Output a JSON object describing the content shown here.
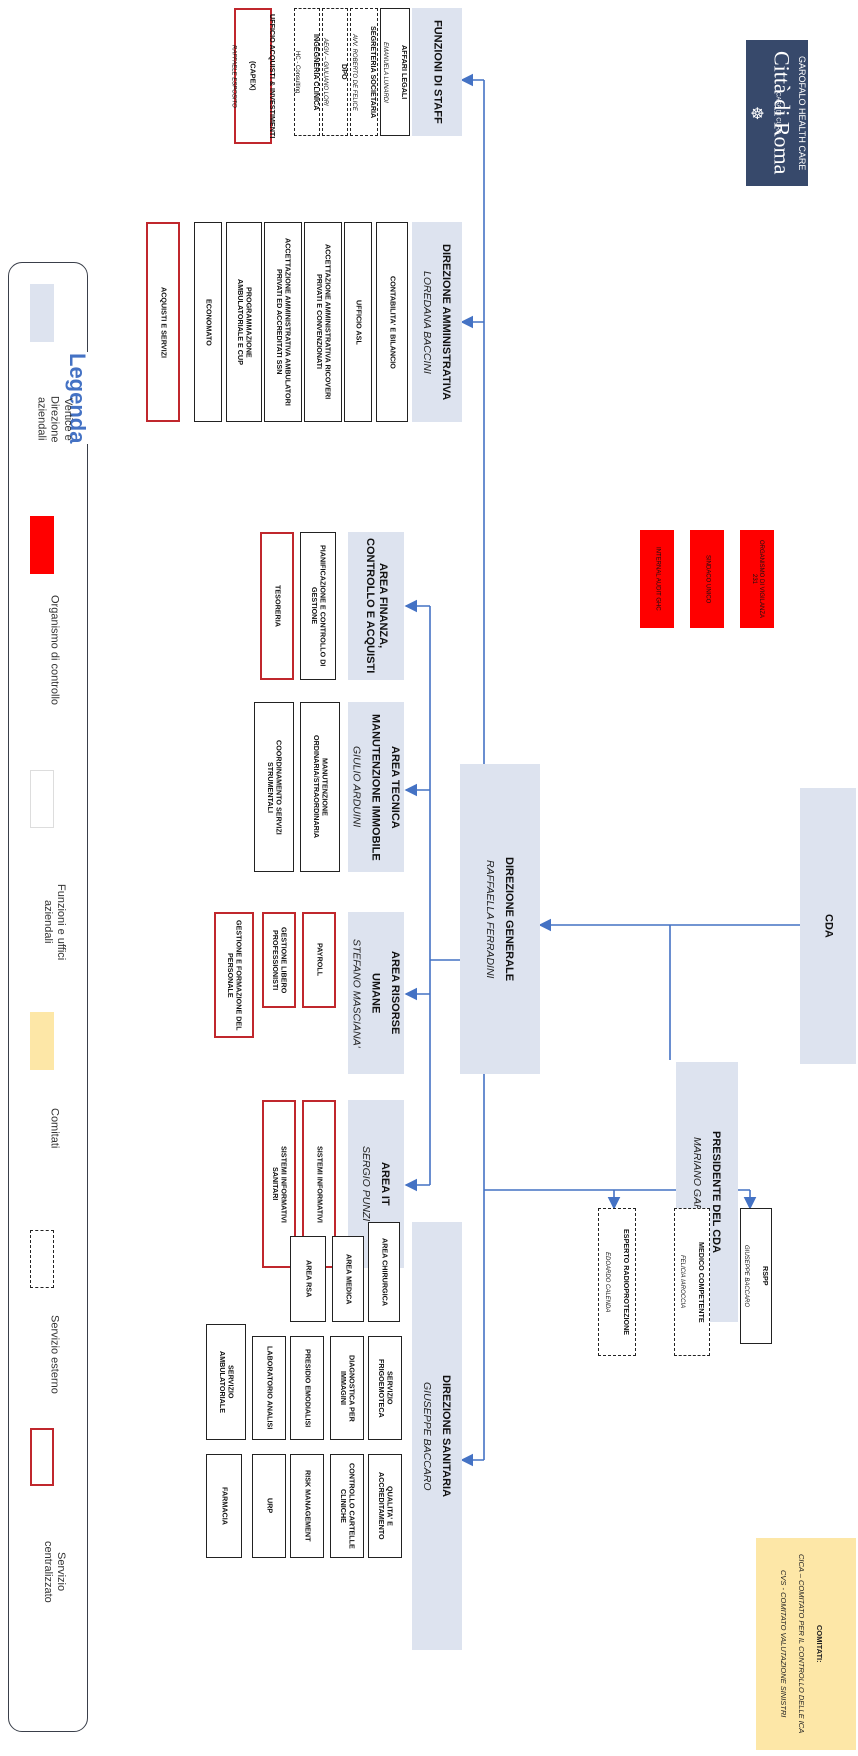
{
  "logo": {
    "top_line": "CASA DI CURA",
    "name": "Città di Roma",
    "sub": "GAROFALO HEALTH CARE"
  },
  "staff": {
    "title": "FUNZIONI DI STAFF",
    "items": [
      {
        "title": "AFFARI LEGALI",
        "name": "EMANUELA LUNARDI"
      },
      {
        "title": "SEGRETERIA SOCIETARIA",
        "name": "AVV. ROBERTO DE FELICE"
      },
      {
        "title": "DPO",
        "name": "AEGV – GIULIANO LORI"
      },
      {
        "title": "INGEGNERIA CLINICA",
        "name": "HC - Consulting"
      },
      {
        "title": "UFFICIO ACQUISTI & INVESTIMENTI (CAPEX)",
        "name": "RAFFAELE ESPOSITO"
      }
    ]
  },
  "amministrativa": {
    "title": "DIREZIONE AMMINISTRATIVA",
    "name": "LOREDANA BACCINI",
    "items": [
      "CONTABILITA' E BILANCIO",
      "UFFICIO ASL",
      "ACCETTAZIONE AMMINISTRATIVA RICOVERI\nPRIVATI E CONVENZIONATI",
      "ACCETTAZIONE AMMINISTRATIVA AMBULATORI\nPRIVATI ED ACCREDITATI SSN",
      "PROGRAMMAZIONE\nAMBULATORIALE E CUP",
      "ECONOMATO",
      "ACQUISTI E SERVIZI"
    ]
  },
  "control_bodies": [
    "ORGANISMO DI VIGILANZA\n231",
    "SINDACO UNICO",
    "INTERNAL AUDIT GHC"
  ],
  "finanza": {
    "title": "AREA FINANZA,\nCONTROLLO E ACQUISTI",
    "items": [
      "PIANIFICAZIONE E CONTROLLO DI\nGESTIONE",
      "TESORERIA"
    ]
  },
  "tecnica": {
    "title": "AREA TECNICA\nMANUTENZIONE IMMOBILE",
    "name": "GIULIO ARDUINI",
    "items": [
      "MANUTENZIONE\nORDINARIA/STRAORDINARIA",
      "COORDINAMENTO SERVIZI\nSTRUMENTALI"
    ]
  },
  "generale": {
    "title": "DIREZIONE GENERALE",
    "name": "RAFFAELLA FERRADINI"
  },
  "cda": {
    "title": "CDA"
  },
  "risorse": {
    "title": "AREA RISORSE\nUMANE",
    "name": "STEFANO MASCIANA'",
    "items": [
      "PAYROLL",
      "GESTIONE LIBERO\nPROFESSIONISTI",
      "GESTIONE E FORMAZIONE DEL\nPERSONALE"
    ]
  },
  "presidente": {
    "title": "PRESIDENTE DEL CDA",
    "name": "MARIANO GAROFALO"
  },
  "it": {
    "title": "AREA IT",
    "name": "SERGIO PUNZI",
    "items": [
      "SISTEMI INFORMATIVI",
      "SISTEMI INFORMATIVI\nSANITARI"
    ]
  },
  "rspp": {
    "title": "RSPP",
    "name": "GIUSEPPE BACCARO"
  },
  "medico": {
    "title": "MEDICO COMPETENTE",
    "name": "FELICIA IAROCCIA"
  },
  "radio": {
    "title": "ESPERTO RADIOPROTEZIONE",
    "name": "EDOARDO CALENDA"
  },
  "sanitaria": {
    "title": "DIREZIONE SANITARIA",
    "name": "GIUSEPPE BACCARO",
    "areas": [
      "AREA CHIRURGICA",
      "AREA MEDICA",
      "AREA RSA"
    ],
    "services": [
      "SERVIZIO\nFRIGOEMOTECA",
      "DIAGNOSTICA PER\nIMMAGINI",
      "PRESIDIO EMODIALISI",
      "LABORATORIO ANALISI",
      "SERVIZIO\nAMBULATORIALE"
    ],
    "quality": [
      "QUALITA' E\nACCREDITAMENTO",
      "CONTROLLO CARTELLE\nCLINICHE",
      "RISK MANAGEMENT",
      "URP",
      "FARMACIA"
    ]
  },
  "comitati": {
    "title": "COMITATI:",
    "lines": [
      "CICA – COMITATO PER IL CONTROLLO DELLE ICA",
      "CVS - COMITATO VALUTAZIONE SINISTRI"
    ]
  },
  "legend": {
    "title": "Legenda",
    "items": [
      {
        "label": "Vertice e Direzione\naziendali"
      },
      {
        "label": "Organismo di controllo"
      },
      {
        "label": "Funzioni e uffici\naziendali"
      },
      {
        "label": "Comitati"
      },
      {
        "label": "Servizio esterno"
      },
      {
        "label": "Servizio\ncentralizzato"
      }
    ]
  },
  "colors": {
    "executive": "#dde3ef",
    "control": "#ff0000",
    "centralized_border": "#c0272d",
    "committee": "#fde7a7",
    "connector": "#4472c4",
    "logo_bg": "#37496b"
  }
}
